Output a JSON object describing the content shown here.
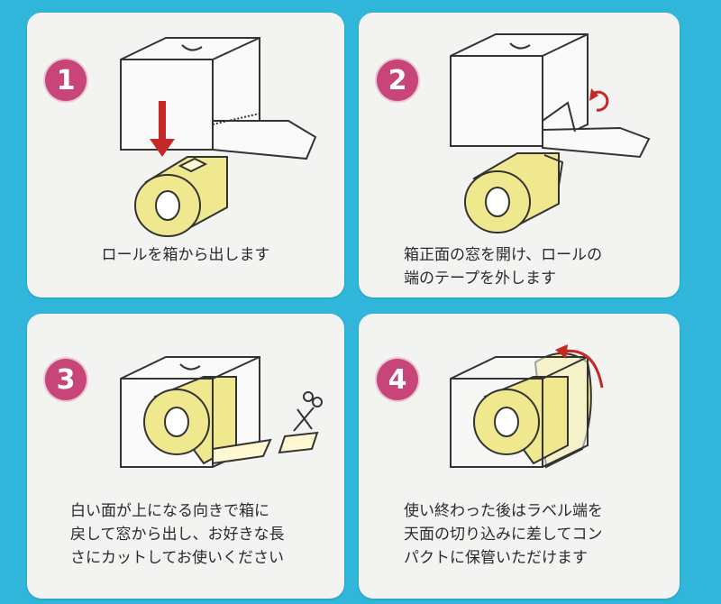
{
  "steps": [
    {
      "number": "1",
      "lines": [
        "ロールを箱から出します"
      ]
    },
    {
      "number": "2",
      "lines": [
        "箱正面の窓を開け、ロールの",
        "端のテープを外します"
      ]
    },
    {
      "number": "3",
      "lines": [
        "白い面が上になる向きで箱に",
        "戻して窓から出し、お好きな長",
        "さにカットしてお使いください"
      ]
    },
    {
      "number": "4",
      "lines": [
        "使い終わった後はラベル端を",
        "天面の切り込みに差してコン",
        "パクトに保管いただけます"
      ]
    }
  ],
  "icons": {
    "step1": [
      "box-icon",
      "down-arrow-icon",
      "tape-roll-icon"
    ],
    "step2": [
      "box-icon",
      "rotate-arrow-icon",
      "tape-roll-icon"
    ],
    "step3": [
      "box-with-roll-icon",
      "scissors-icon"
    ],
    "step4": [
      "box-with-roll-icon",
      "curved-arrow-icon"
    ]
  },
  "colors": {
    "background": "#2fb6da",
    "panel": "#f3f3f1",
    "badge": "#c8457a",
    "roll": "#efe88f",
    "arrow": "#c62828"
  }
}
